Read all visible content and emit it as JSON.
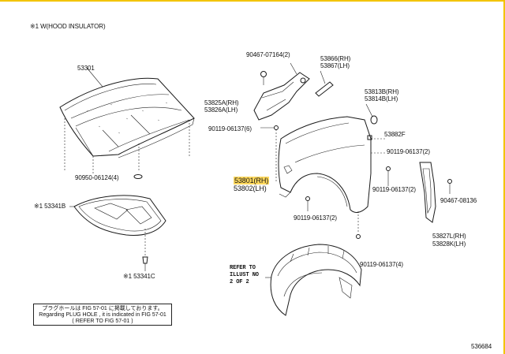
{
  "header_note": "※1 W(HOOD INSULATOR)",
  "diagram_id": "536684",
  "parts": {
    "hood": "53301",
    "hood_clip": "90950-06124(4)",
    "insulator": "※1 53341B",
    "insulator_clip": "※1 53341C",
    "bracket_clip": "90467-07164(2)",
    "seal_rh": "53866(RH)",
    "seal_lh": "53867(LH)",
    "bracket_rh": "53825A(RH)",
    "bracket_lh": "53826A(LH)",
    "cushion_rh": "53813B(RH)",
    "cushion_lh": "53814B(LH)",
    "bolt_top": "90119-06137(6)",
    "insulator_pad": "53882F",
    "bolt_right1": "90119-06137(2)",
    "fender_rh": "53801(RH)",
    "fender_lh": "53802(LH)",
    "bolt_right2": "90119-06137(2)",
    "bolt_bottom": "90119-06137(2)",
    "clip_right": "90467-08136",
    "liner_rh": "53827L(RH)",
    "liner_lh": "53828K(LH)",
    "bolt_liner": "90119-06137(4)"
  },
  "refer": {
    "line1": "REFER TO",
    "line2": "ILLUST NO",
    "line3": "2 OF 2"
  },
  "note": {
    "jp": "プラグホールは FIG 57-01 に掲載しております。",
    "en": "Regarding PLUG HOLE , it is indicated in FIG 57-01",
    "ref": "( REFER TO FIG 57-01 )"
  }
}
